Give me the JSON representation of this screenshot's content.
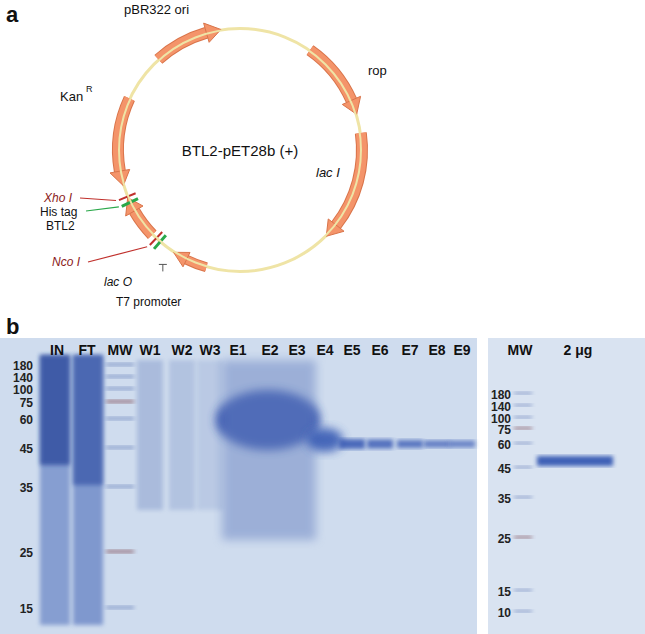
{
  "diagram": {
    "nodes": [
      {
        "text": [
          "BTL2-pET28b (+)"
        ]
      }
    ],
    "labels": [
      "a",
      "pBR322 ori",
      "rop",
      "lac I",
      "Kan",
      "R",
      "Xho I",
      "His tag",
      "BTL2",
      "Nco I",
      "lac O",
      "T7 promoter",
      "b",
      "IN",
      "FT",
      "MW",
      "W1",
      "W2",
      "W3",
      "E1",
      "E2",
      "E3",
      "E4",
      "E5",
      "E6",
      "E7",
      "E8",
      "E9",
      "180",
      "140",
      "100",
      "75",
      "60",
      "45",
      "35",
      "25",
      "15",
      "MW",
      "2 μg",
      "180",
      "140",
      "100",
      "75",
      "60",
      "45",
      "35",
      "25",
      "15",
      "10"
    ]
  }
}
